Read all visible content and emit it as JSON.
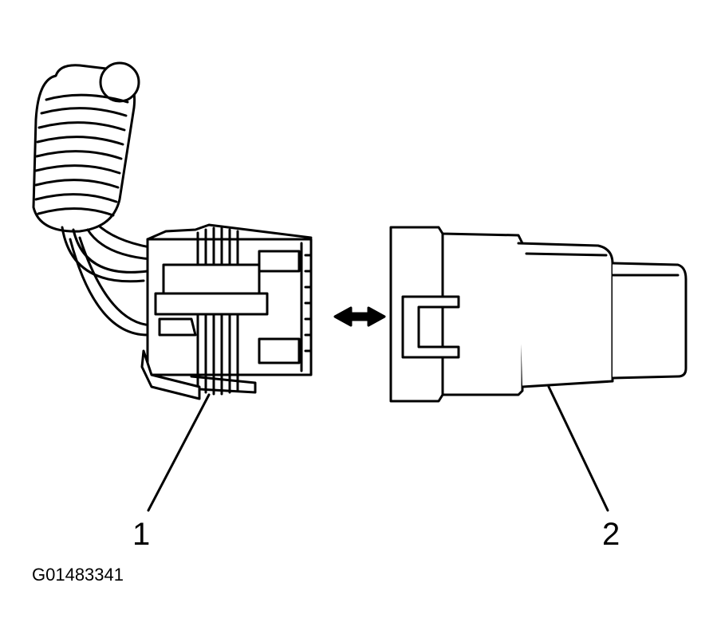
{
  "callouts": [
    {
      "number": "1"
    },
    {
      "number": "2"
    }
  ],
  "figure_code": "G01483341",
  "colors": {
    "line": "#000000",
    "background": "#ffffff"
  }
}
